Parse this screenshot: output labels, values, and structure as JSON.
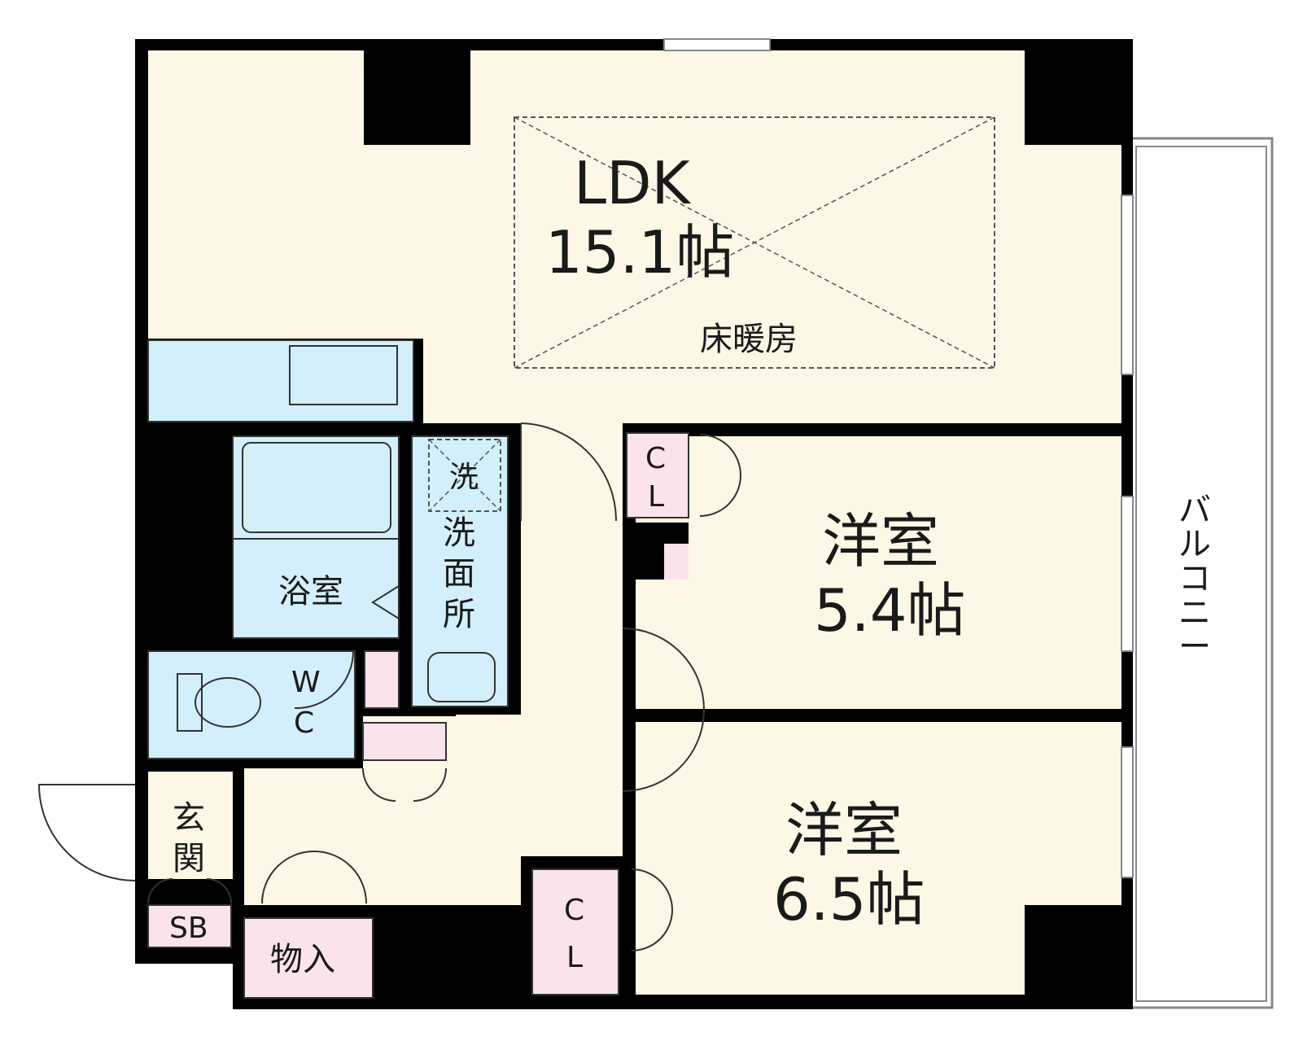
{
  "floorplan": {
    "ldk": {
      "name": "LDK",
      "size": "15.1帖",
      "note": "床暖房"
    },
    "western_1": {
      "name": "洋室",
      "size": "5.4帖"
    },
    "western_2": {
      "name": "洋室",
      "size": "6.5帖"
    },
    "closet_1": {
      "c": "C",
      "l": "L"
    },
    "closet_2": {
      "c": "C",
      "l": "L"
    },
    "bath": "浴室",
    "laundry": "洗",
    "washroom": [
      "洗",
      "面",
      "所"
    ],
    "toilet": {
      "w": "W",
      "c": "C"
    },
    "entrance": [
      "玄",
      "関"
    ],
    "shoe_box": "SB",
    "storage": "物入",
    "balcony": [
      "バ",
      "ル",
      "コ",
      "ニ",
      "ー"
    ]
  },
  "colors": {
    "wall": "#000000",
    "floor": "#fdf7e6",
    "wet_area": "#d2effb",
    "storage": "#fbe3ec",
    "balcony": "#ffffff"
  }
}
